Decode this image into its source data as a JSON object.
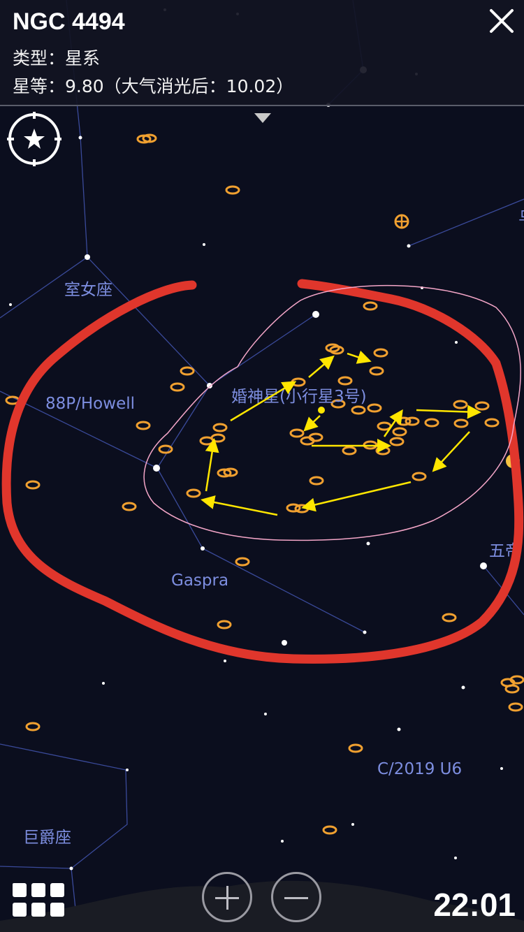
{
  "info": {
    "title": "NGC 4494",
    "type_line": "类型：星系",
    "magnitude_line": "星等：9.80（大气消光后：10.02）"
  },
  "labels": {
    "virgo": "室女座",
    "comet_howell": "88P/Howell",
    "juno": "婚神星(小行星3号)",
    "gaspra": "Gaspra",
    "wudi": "五帝",
    "comet_u6": "C/2019 U6",
    "bootes": "巨爵座",
    "edge": "乌"
  },
  "clock": "22:01",
  "colors": {
    "sky": "#0b0e1e",
    "galaxy_marker": "#f0a030",
    "constellation_line": "#3a4a9a",
    "label": "#7d8ee0",
    "annotation_red": "#e0362c",
    "annotation_pink": "#f4a6c8",
    "annotation_arrow": "#ffe600"
  },
  "icons": {
    "close": "close-icon",
    "star_button": "star-target-icon",
    "menu": "grid-menu-icon",
    "zoom_in": "plus-icon",
    "zoom_out": "minus-icon"
  }
}
